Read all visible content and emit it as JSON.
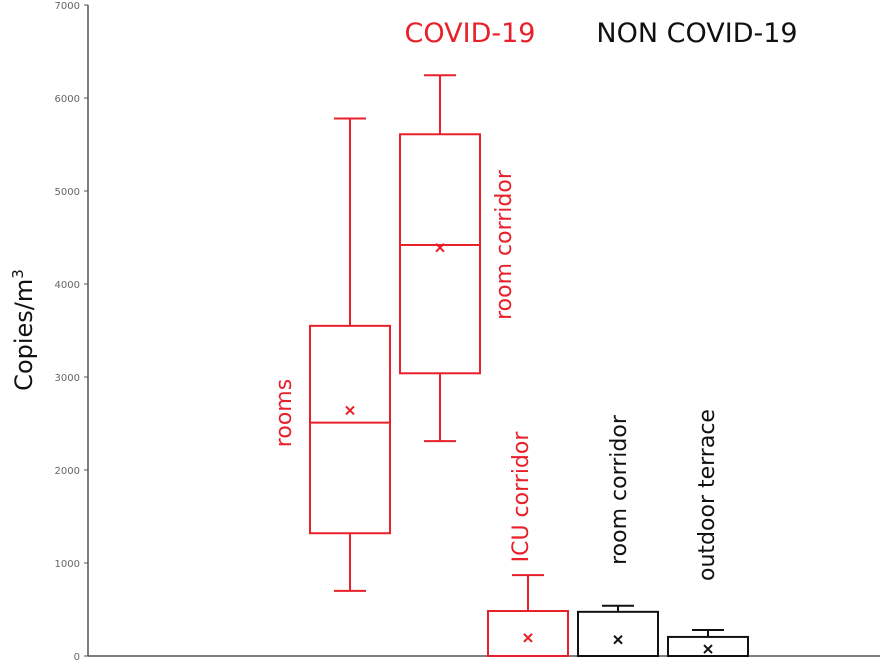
{
  "chart_data": {
    "type": "box",
    "title": "",
    "ylabel": "Copies/m",
    "ylabel_superscript": "3",
    "ylim": [
      0,
      7000
    ],
    "yticks": [
      "0",
      "1000",
      "2000",
      "3000",
      "4000",
      "5000",
      "6000",
      "7000"
    ],
    "groups": [
      {
        "label": "COVID-19",
        "color": "#e8202a"
      },
      {
        "label": "NON COVID-19",
        "color": "#111111"
      }
    ],
    "boxes": [
      {
        "label": "rooms",
        "group": 0,
        "min": 700,
        "q1": 1320,
        "median": 2510,
        "q3": 3550,
        "max": 5780,
        "mean": 2640
      },
      {
        "label": "room corridor",
        "group": 0,
        "min": 2310,
        "q1": 3040,
        "median": 4420,
        "q3": 5610,
        "max": 6245,
        "mean": 4390
      },
      {
        "label": "ICU corridor",
        "group": 0,
        "min": 0,
        "q1": 0,
        "median": 0,
        "q3": 484,
        "max": 870,
        "mean": 195
      },
      {
        "label": "room corridor",
        "group": 1,
        "min": 0,
        "q1": 0,
        "median": 0,
        "q3": 475,
        "max": 540,
        "mean": 175
      },
      {
        "label": "outdoor terrace",
        "group": 1,
        "min": 0,
        "q1": 0,
        "median": 0,
        "q3": 205,
        "max": 280,
        "mean": 75
      }
    ],
    "grid": false,
    "legend": "top"
  }
}
